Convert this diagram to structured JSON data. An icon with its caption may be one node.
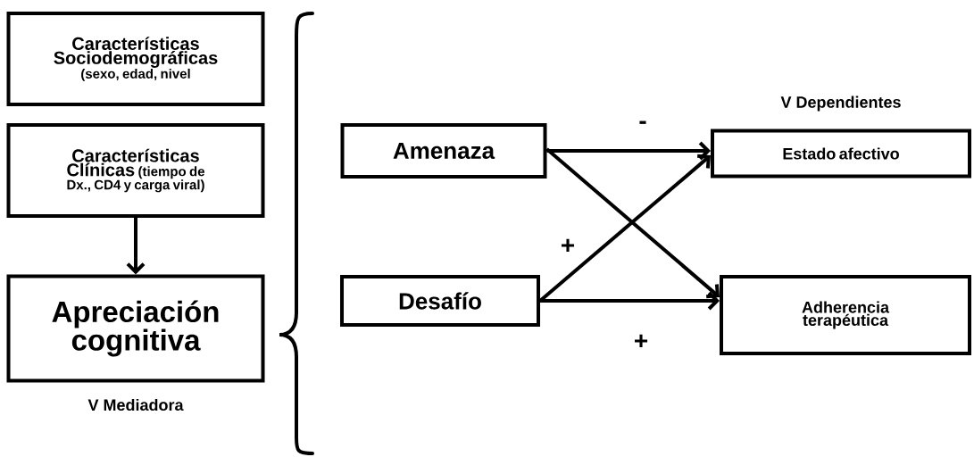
{
  "diagram": {
    "nodes": [
      {
        "text": [
          "Características Sociodemográficas",
          "(sexo, edad, nivel"
        ]
      },
      {
        "text": [
          "Características Clínicas",
          "(tiempo de Dx., CD4 y carga viral)"
        ]
      },
      {
        "text": [
          "Apreciación cognitiva"
        ],
        "beside": [
          "V Mediadora"
        ]
      },
      {
        "text": [
          "Amenaza"
        ]
      },
      {
        "text": [
          "Desafío"
        ]
      },
      {
        "text": [
          "Estado afectivo"
        ]
      },
      {
        "text": [
          "Adherencia terapéutica"
        ]
      }
    ],
    "edges": [
      {
        "from": 1,
        "to": 2,
        "arrow": "to"
      },
      {
        "from": 3,
        "to": 5,
        "arrow": "to",
        "label": "-"
      },
      {
        "from": 3,
        "to": 6,
        "arrow": "to"
      },
      {
        "from": 4,
        "to": 5,
        "arrow": "to",
        "label": "+"
      },
      {
        "from": 4,
        "to": 6,
        "arrow": "to",
        "label": "+"
      }
    ],
    "labels": [
      "V Dependientes"
    ]
  }
}
